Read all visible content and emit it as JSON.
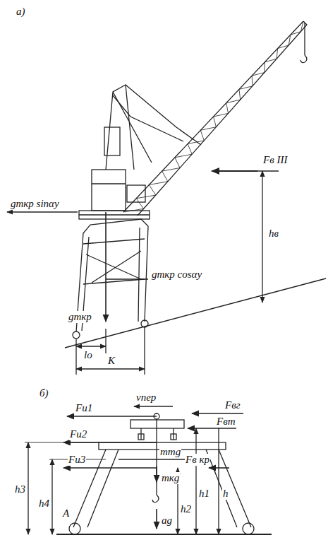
{
  "diagram": {
    "labels": [
      "а)",
      "Fв III",
      "hв",
      "gmкр sinαу",
      "gmкр cosαу",
      "gmкр",
      "lo",
      "K",
      "б)",
      "vпер",
      "Fи1",
      "Fвг",
      "Fвт",
      "Fи2",
      "mтg",
      "Fи3",
      "Fв кр",
      "mкg",
      "h3",
      "h4",
      "h1",
      "h2",
      "h",
      "ag",
      "A"
    ]
  }
}
